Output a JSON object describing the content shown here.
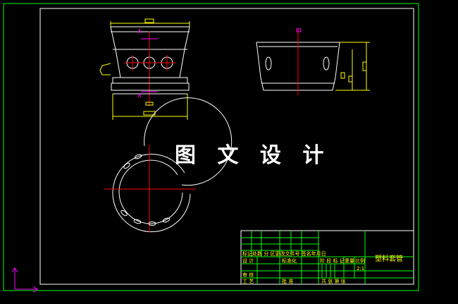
{
  "colors": {
    "background": "#000000",
    "outer_border": "#00ff00",
    "inner_border": "#ffffff",
    "geometry": "#ffffff",
    "dimensions": "#ffff00",
    "center_lines": "#ff0000",
    "sections": "#ff00ff",
    "title_block": "#00ff00",
    "title_text": "#ffff00"
  },
  "watermark": "图 文 设 计",
  "title_block": {
    "drawing_title": "塑料套管",
    "row_label": "标记处数 分 区更改文件号 签名年月日",
    "design_label": "设 计",
    "standard_label": "标准化",
    "review_label": "审 核",
    "process_label": "工 艺",
    "approve_label": "批 准",
    "stage_label": "阶 段 标 记",
    "weight_label": "重量",
    "scale_label": "比例",
    "scale_value": "2:1",
    "sheets_label": "共 张 第 张"
  }
}
